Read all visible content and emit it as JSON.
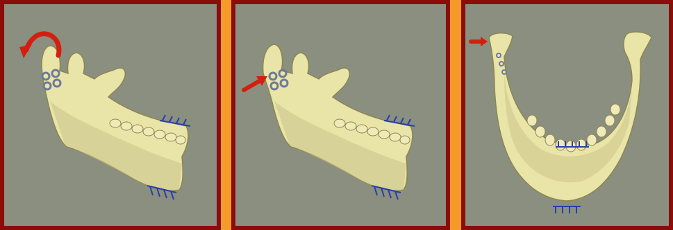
{
  "panels": [
    {
      "id": "lateral-rotation",
      "arrow": "curved-rotation-arrow"
    },
    {
      "id": "lateral-translation",
      "arrow": "straight-push-arrow"
    },
    {
      "id": "frontal-view",
      "arrow": "straight-push-arrow"
    }
  ],
  "colors": {
    "background": "#f39a2a",
    "frame": "#8b0d0a",
    "viewport": "#8a8f80",
    "bone": "#e9e4a8",
    "bone_shadow": "#a59f66",
    "constraint": "#2a3ea8",
    "arrow": "#d41f10"
  }
}
